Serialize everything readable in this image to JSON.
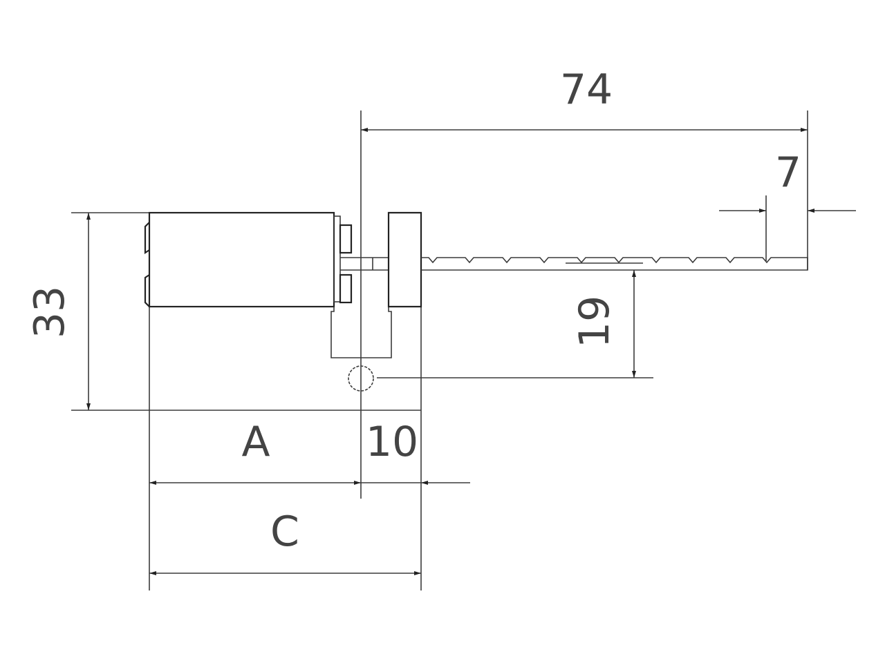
{
  "drawing": {
    "title": "Cylinder lock with key - dimension drawing",
    "dimensions": {
      "key_length": "74",
      "key_tip": "7",
      "key_offset": "19",
      "height": "33",
      "a_label": "A",
      "cam_offset": "10",
      "c_label": "C"
    },
    "line_color": "#3a3a3a"
  }
}
